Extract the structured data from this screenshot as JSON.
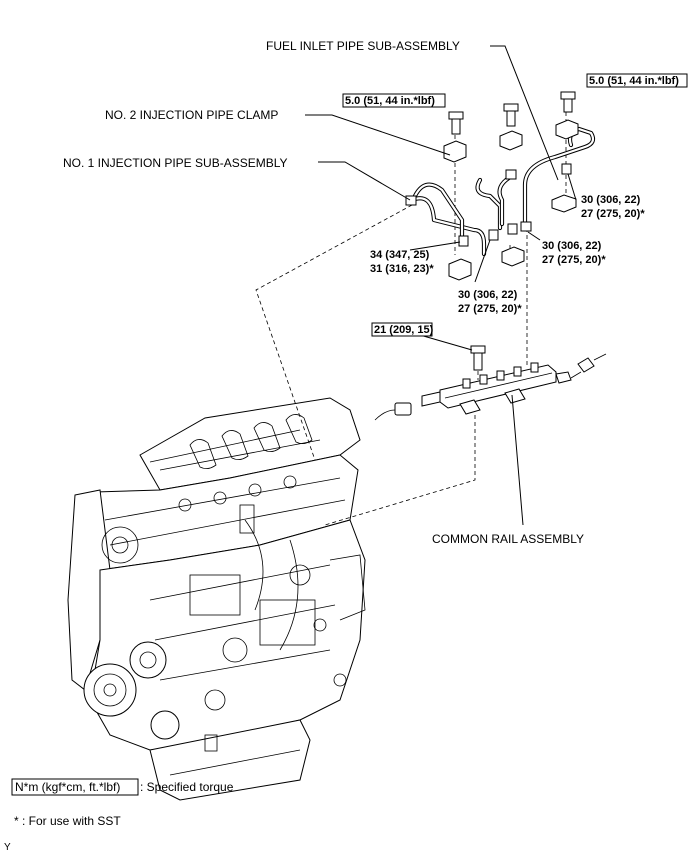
{
  "labels": {
    "fuel_inlet_pipe": "FUEL INLET PIPE SUB-ASSEMBLY",
    "no2_clamp": "NO. 2 INJECTION PIPE CLAMP",
    "no1_pipe": "NO. 1 INJECTION PIPE SUB-ASSEMBLY",
    "common_rail": "COMMON RAIL ASSEMBLY"
  },
  "torques": {
    "clamp_bolt_left": "5.0 (51, 44 in.*lbf)",
    "clamp_bolt_right": "5.0 (51, 44 in.*lbf)",
    "no1_pipe_a": "34 (347, 25)",
    "no1_pipe_b": "31 (316, 23)*",
    "center_pipe_a": "30 (306, 22)",
    "center_pipe_b": "27 (275, 20)*",
    "mid_pipe_a": "30 (306, 22)",
    "mid_pipe_b": "27 (275, 20)*",
    "right_pipe_a": "30 (306, 22)",
    "right_pipe_b": "27 (275, 20)*",
    "rail_bolt": "21 (209, 15)"
  },
  "legend": {
    "unit_box": "N*m (kgf*cm, ft.*lbf)",
    "unit_desc": ": Specified torque",
    "sst_note": "* : For use with SST",
    "corner_mark": "Y"
  }
}
